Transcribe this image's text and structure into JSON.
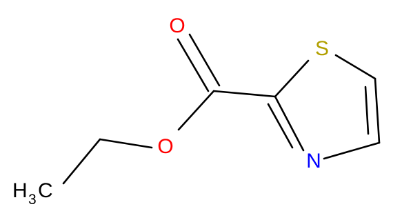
{
  "molecule": {
    "atoms": {
      "oxygen_carbonyl": "O",
      "oxygen_ester": "O",
      "sulfur": "S",
      "nitrogen": "N",
      "methyl_h": "H",
      "methyl_sub": "3",
      "methyl_c": "C"
    },
    "colors": {
      "bond": "#000000",
      "oxygen": "#ff0000",
      "sulfur": "#b2a000",
      "nitrogen": "#0000ff",
      "carbon": "#000000"
    }
  }
}
